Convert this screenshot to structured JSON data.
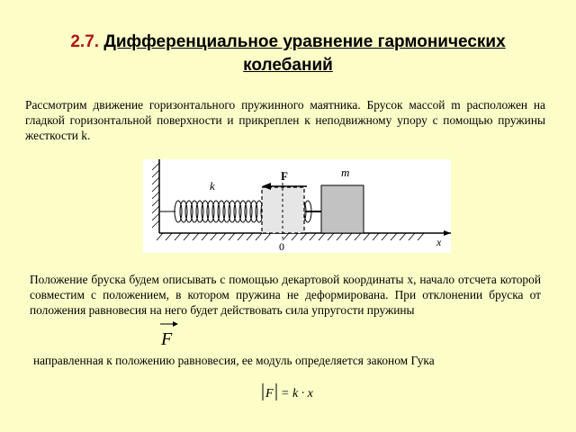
{
  "slide": {
    "number": "2.7.",
    "title_line1": "Дифференциальное уравнение гармонических",
    "title_line2": "колебаний",
    "para1": "Рассмотрим движение горизонтального пружинного маятника. Брусок массой m расположен на гладкой горизонтальной поверхности и прикреплен к неподвижному упору с помощью пружины жесткости k.",
    "para2": "Положение бруска будем описывать с помощью декартовой координаты x, начало отсчета которой совместим с положением, в котором пружина не деформирована. При отклонении бруска от положения равновесия на него будет действовать сила упругости пружины",
    "para3": "направленная к положению равновесия, ее модуль определяется законом Гука"
  },
  "figure": {
    "spring_label": "k",
    "force_label": "F",
    "mass_label": "m",
    "origin_label": "0",
    "axis_label": "x"
  },
  "vector_symbol": "F",
  "formula": {
    "lhs": "F",
    "rhs": "= k · x"
  }
}
